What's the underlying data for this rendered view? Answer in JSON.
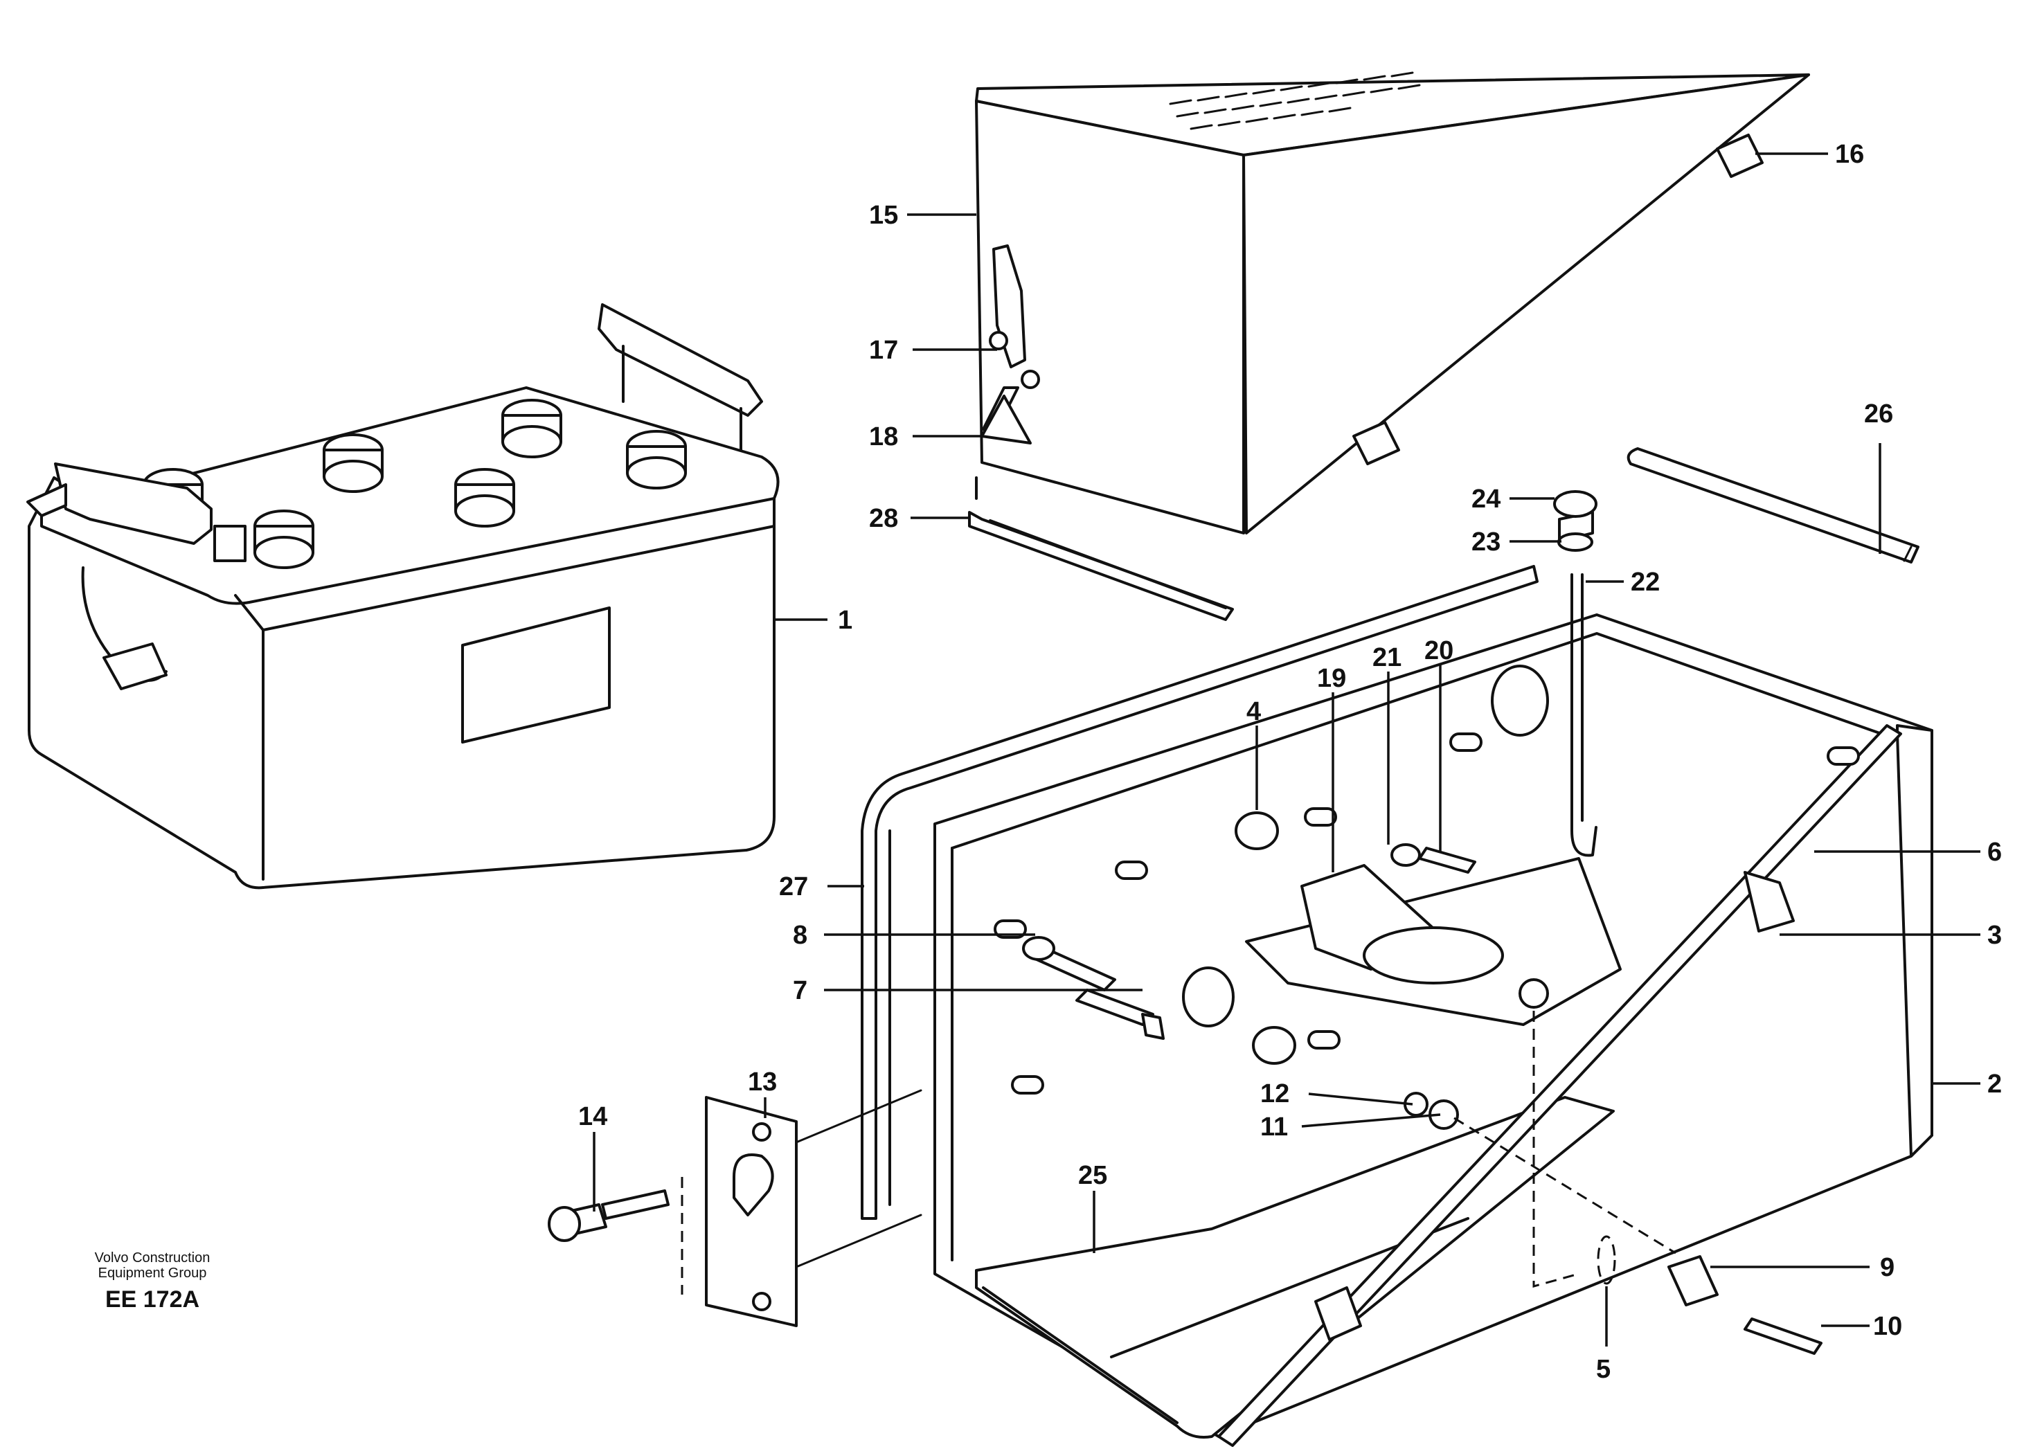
{
  "credit": {
    "company_line1": "Volvo Construction",
    "company_line2": "Equipment Group",
    "code": "EE 172A"
  },
  "callouts": [
    "1",
    "2",
    "3",
    "4",
    "5",
    "6",
    "7",
    "8",
    "9",
    "10",
    "11",
    "12",
    "13",
    "14",
    "15",
    "16",
    "17",
    "18",
    "19",
    "20",
    "21",
    "22",
    "23",
    "24",
    "25",
    "26",
    "27",
    "28"
  ]
}
